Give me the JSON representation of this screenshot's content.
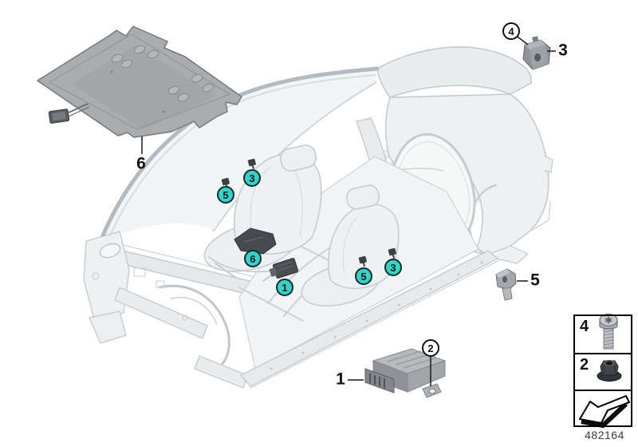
{
  "diagram": {
    "part_number": "482164",
    "colors": {
      "callout_fill": "#3ad0c5",
      "callout_border": "#0c2e2c",
      "line_art": "#c2c8cb",
      "dark_part": "#46494d"
    }
  },
  "callouts": {
    "teal": [
      {
        "label": "3"
      },
      {
        "label": "5"
      },
      {
        "label": "6"
      },
      {
        "label": "1"
      },
      {
        "label": "5"
      },
      {
        "label": "3"
      }
    ],
    "white": [
      {
        "label": "4"
      },
      {
        "label": "2"
      }
    ],
    "plain": [
      {
        "label": "6"
      },
      {
        "label": "3"
      },
      {
        "label": "5"
      },
      {
        "label": "1"
      }
    ]
  },
  "legend": {
    "rows": [
      {
        "label": "4",
        "icon": "torx-screw-icon"
      },
      {
        "label": "2",
        "icon": "flange-nut-icon"
      },
      {
        "label": "",
        "icon": "install-direction-arrow-icon"
      }
    ]
  }
}
